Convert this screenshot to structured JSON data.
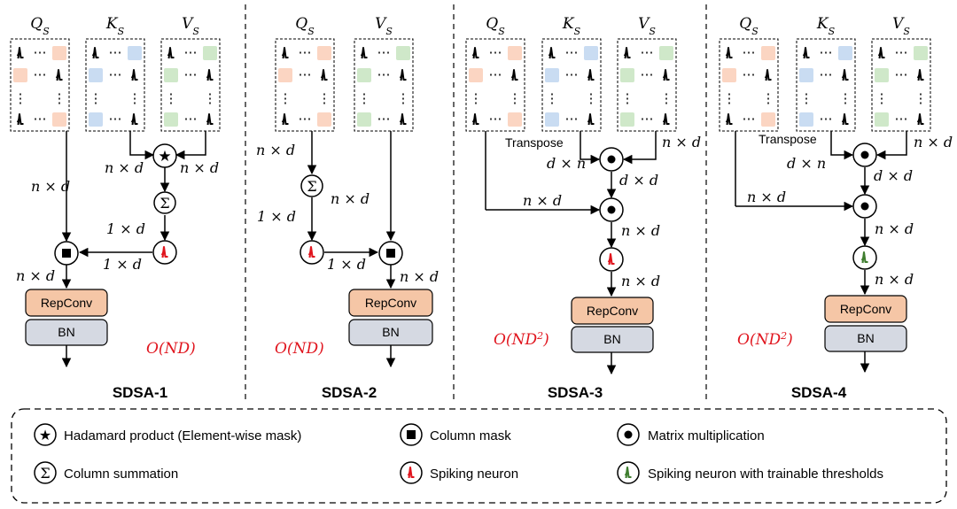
{
  "panels": [
    {
      "title": "SDSA-1",
      "complexity": "O(ND)",
      "headers": [
        "Q",
        "K",
        "V"
      ]
    },
    {
      "title": "SDSA-2",
      "complexity": "O(ND)",
      "headers": [
        "Q",
        "V"
      ]
    },
    {
      "title": "SDSA-3",
      "complexity": "O(ND²)",
      "headers": [
        "Q",
        "K",
        "V"
      ]
    },
    {
      "title": "SDSA-4",
      "complexity": "O(ND²)",
      "headers": [
        "Q",
        "K",
        "V"
      ]
    }
  ],
  "header_subscript": "S",
  "dims": {
    "nd": "n × d",
    "oned": "1 × d",
    "dn": "d × n",
    "dd": "d × d"
  },
  "ops": {
    "transpose": "Transpose"
  },
  "blocks": {
    "repconv": "RepConv",
    "bn": "BN"
  },
  "legend": {
    "hadamard": "Hadamard product (Element-wise mask)",
    "colmask": "Column mask",
    "matmul": "Matrix multiplication",
    "colsum": "Column summation",
    "spiking": "Spiking neuron",
    "spiking_trainable": "Spiking neuron with trainable thresholds"
  },
  "colors": {
    "q": "#fbd5c2",
    "k": "#c9dcf2",
    "v": "#cfe8c9",
    "repconv": "#f5c6a6",
    "bn": "#d5d9e2",
    "spike_red": "#e0141d",
    "spike_green": "#3e7d2e",
    "complexity": "#e0141d"
  }
}
